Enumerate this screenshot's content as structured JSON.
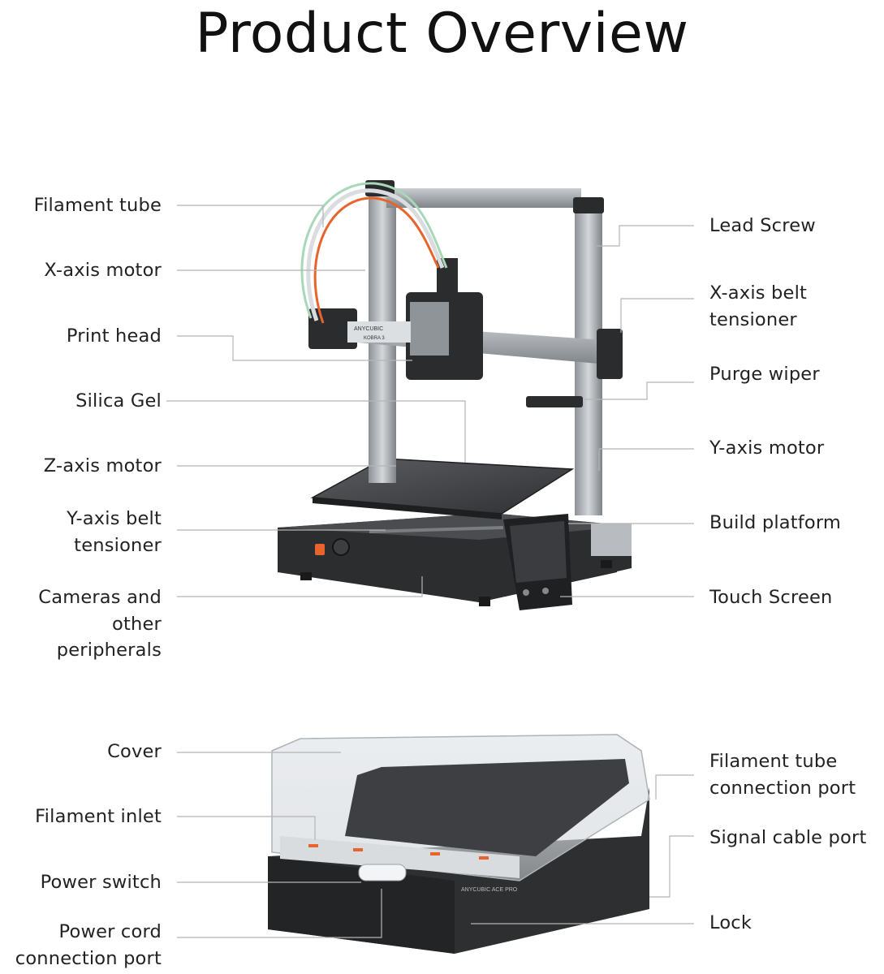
{
  "title": "Product Overview",
  "printer": {
    "brand": "ANYCUBIC",
    "model": "KOBRA 3",
    "left_labels": [
      "Filament tube",
      "X-axis motor",
      "Print head",
      "Silica Gel",
      "Z-axis motor",
      "Y-axis belt\ntensioner",
      "Cameras and\nother\nperipherals"
    ],
    "right_labels": [
      "Lead Screw",
      "X-axis belt\ntensioner",
      "Purge wiper",
      "Y-axis motor",
      "Build platform",
      "Touch Screen"
    ]
  },
  "ace": {
    "brand": "ANYCUBIC ACE PRO",
    "left_labels": [
      "Cover",
      "Filament inlet",
      "Power switch",
      "Power cord\nconnection port"
    ],
    "right_labels": [
      "Filament tube\nconnection port",
      "Signal cable port",
      "Lock"
    ]
  },
  "colors": {
    "leader": "#b5b5b5",
    "frame": "#9ea3a8",
    "dark": "#2b2c2e",
    "accent": "#e8642c"
  }
}
